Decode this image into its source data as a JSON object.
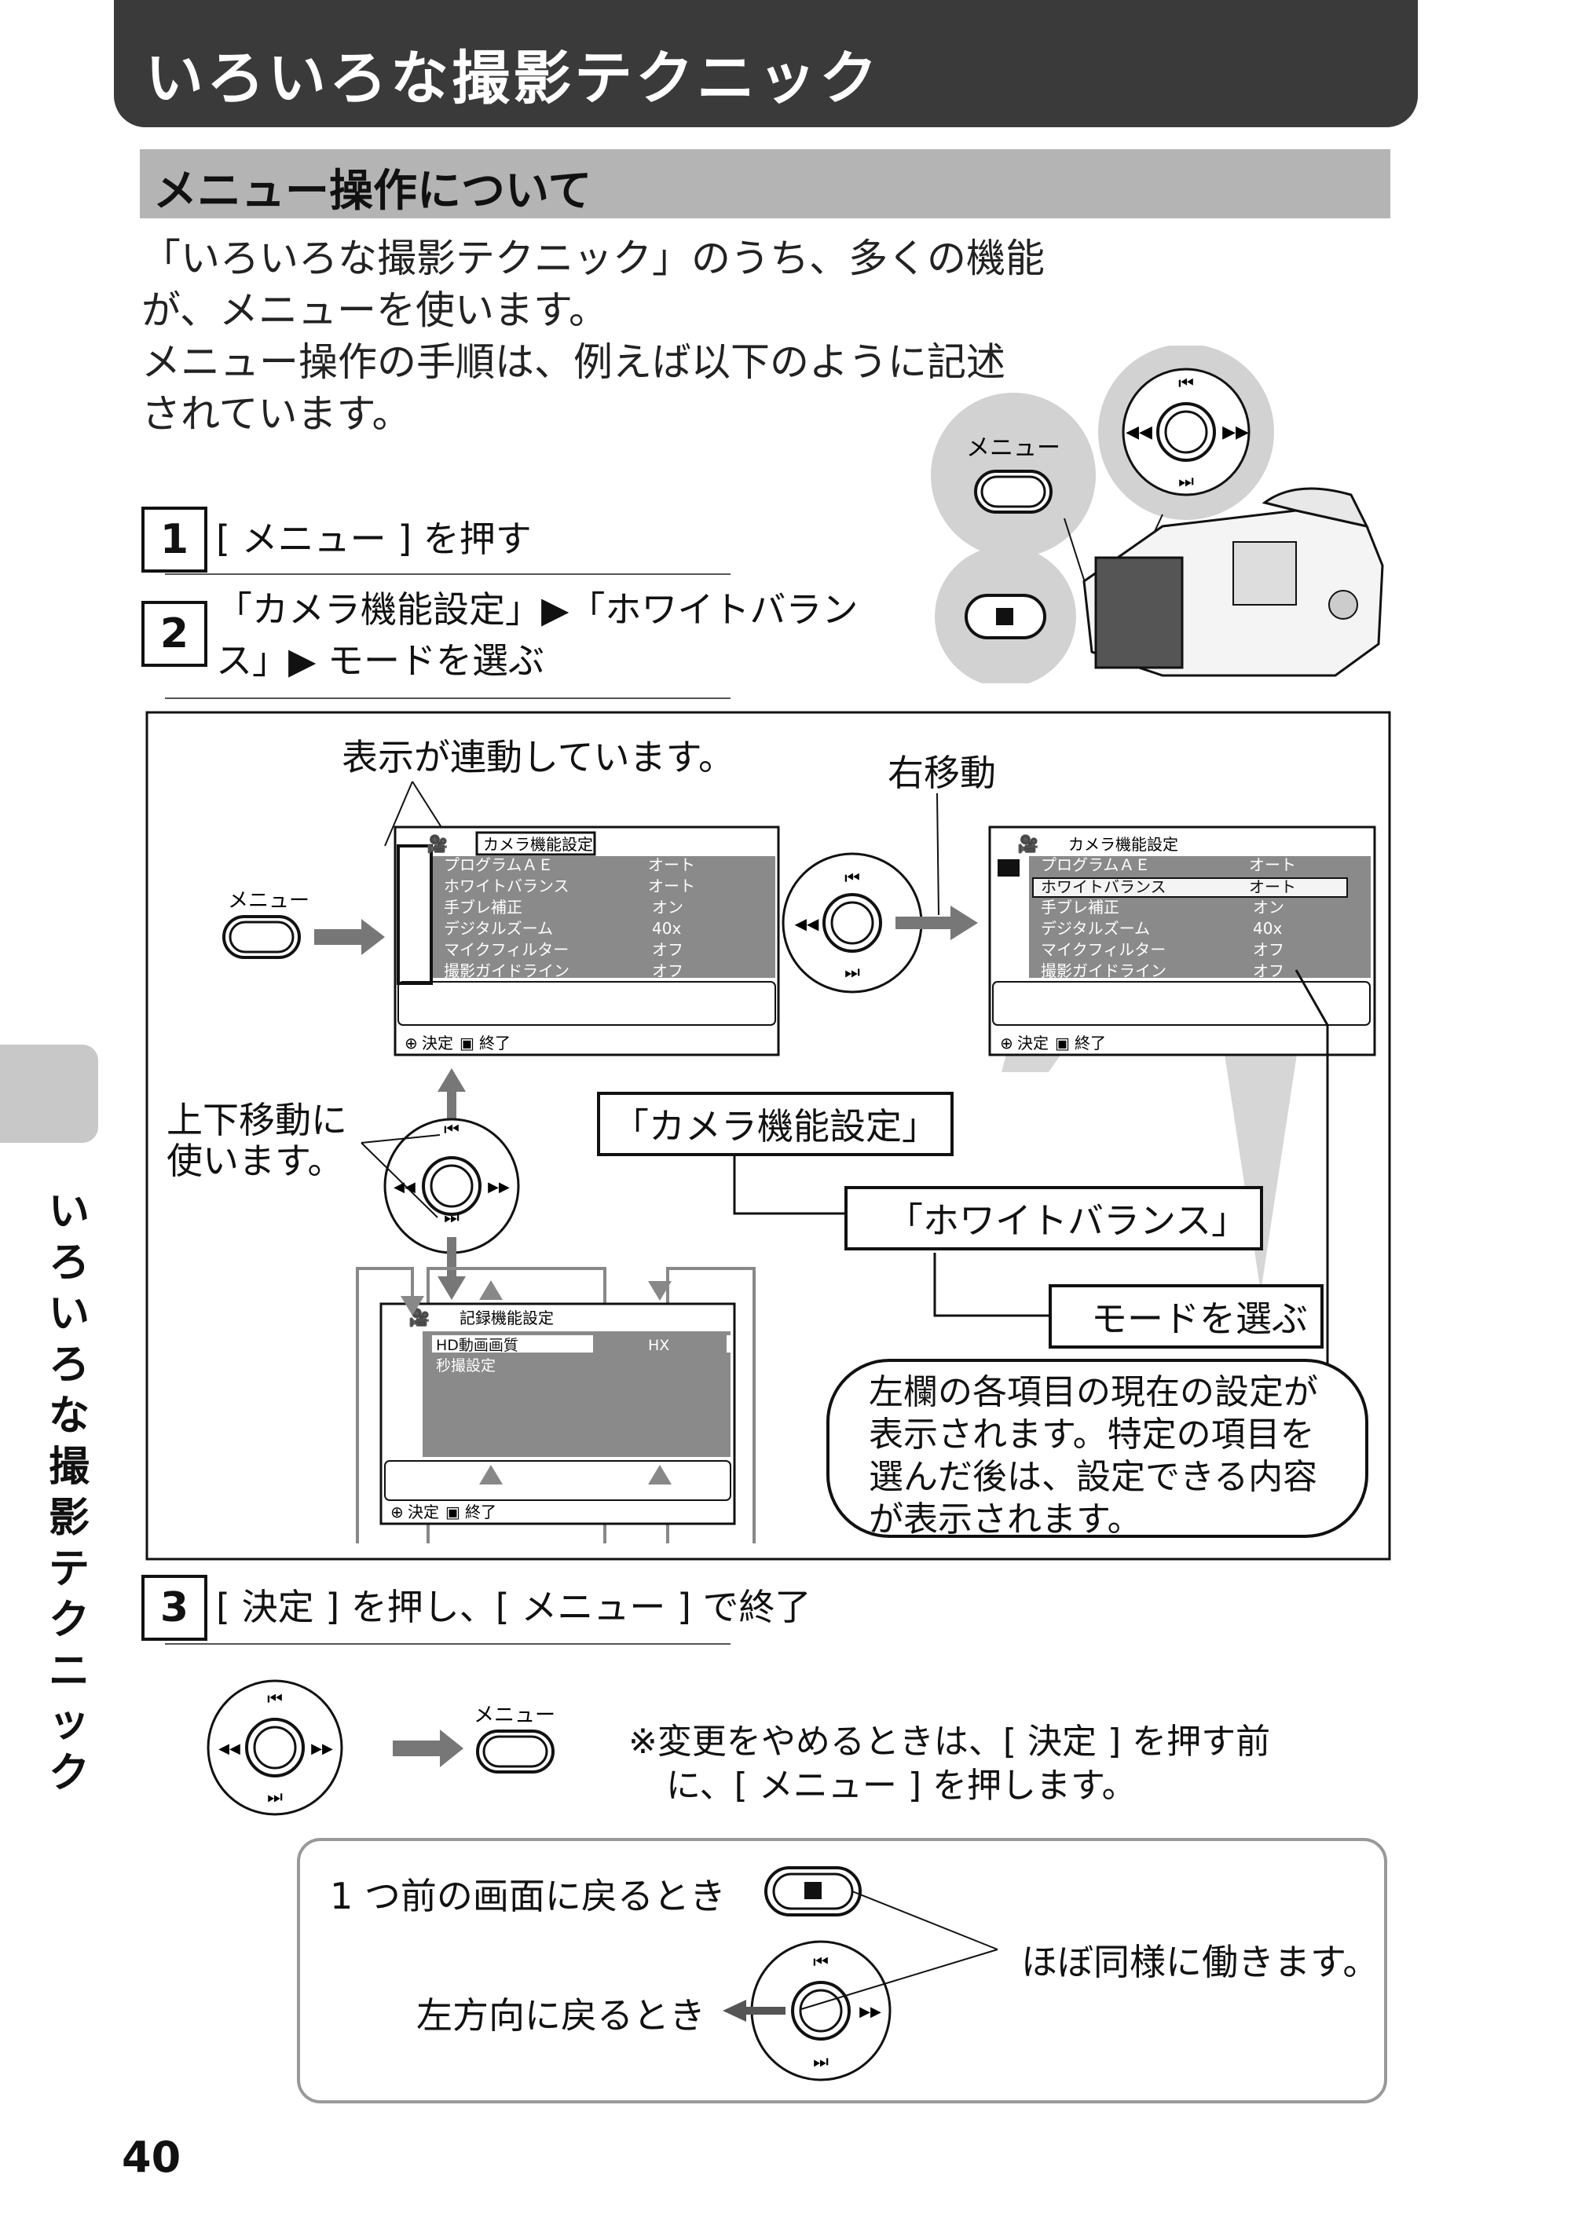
{
  "header": {
    "title": "いろいろな撮影テクニック"
  },
  "section": {
    "title": "メニュー操作について"
  },
  "intro": {
    "line1": "「いろいろな撮影テクニック」のうち、多くの機能",
    "line2": "が、メニューを使います。",
    "line3": "メニュー操作の手順は、例えば以下のように記述",
    "line4": "されています。"
  },
  "steps": [
    {
      "number": "1",
      "text": "[ メニュー ] を押す"
    },
    {
      "number": "2",
      "text_a": "「カメラ機能設定」▶「ホワイトバラン",
      "text_b": "ス」▶ モードを選ぶ"
    },
    {
      "number": "3",
      "text": "[ 決定 ] を押し、[ メニュー ] で終了"
    }
  ],
  "camera_button_label": "メニュー",
  "diagram": {
    "linked_label": "表示が連動しています。",
    "right_move_label": "右移動",
    "updown_label_a": "上下移動に",
    "updown_label_b": "使います。",
    "menu_button_label": "メニュー",
    "label_camera_settings": "「カメラ機能設定」",
    "label_white_balance": "「ホワイトバランス」",
    "label_select_mode": "モードを選ぶ",
    "bubble": {
      "line1": "左欄の各項目の現在の設定が",
      "line2": "表示されます。特定の項目を",
      "line3": "選んだ後は、設定できる内容",
      "line4": "が表示されます。"
    },
    "screen1": {
      "title": "カメラ機能設定",
      "items": [
        "プログラムＡＥ",
        "ホワイトバランス",
        "手ブレ補正",
        "デジタルズーム",
        "マイクフィルター",
        "撮影ガイドライン"
      ],
      "values": [
        "オート",
        "オート",
        "オン",
        "40x",
        "オフ",
        "オフ"
      ],
      "footer_ok": "決定",
      "footer_end": "終了"
    },
    "screen2": {
      "title": "カメラ機能設定",
      "items": [
        "プログラムＡＥ",
        "ホワイトバランス",
        "手ブレ補正",
        "デジタルズーム",
        "マイクフィルター",
        "撮影ガイドライン"
      ],
      "values": [
        "オート",
        "オート",
        "オン",
        "40x",
        "オフ",
        "オフ"
      ],
      "footer_ok": "決定",
      "footer_end": "終了"
    },
    "screen3": {
      "title": "記録機能設定",
      "items": [
        "HD動画画質",
        "秒撮設定"
      ],
      "values": [
        "HX"
      ],
      "footer_ok": "決定",
      "footer_end": "終了"
    }
  },
  "step3_menu_label": "メニュー",
  "note": {
    "line1": "※変更をやめるときは、[ 決定 ] を押す前",
    "line2": "に、[ メニュー ] を押します。"
  },
  "return_box": {
    "prev_screen": "1 つ前の画面に戻るとき",
    "left_back": "左方向に戻るとき",
    "same_behavior": "ほぼ同様に働きます。"
  },
  "side_tab": [
    "い",
    "ろ",
    "い",
    "ろ",
    "な",
    "撮",
    "影",
    "テ",
    "ク",
    "ニ",
    "ッ",
    "ク"
  ],
  "page_number": "40"
}
